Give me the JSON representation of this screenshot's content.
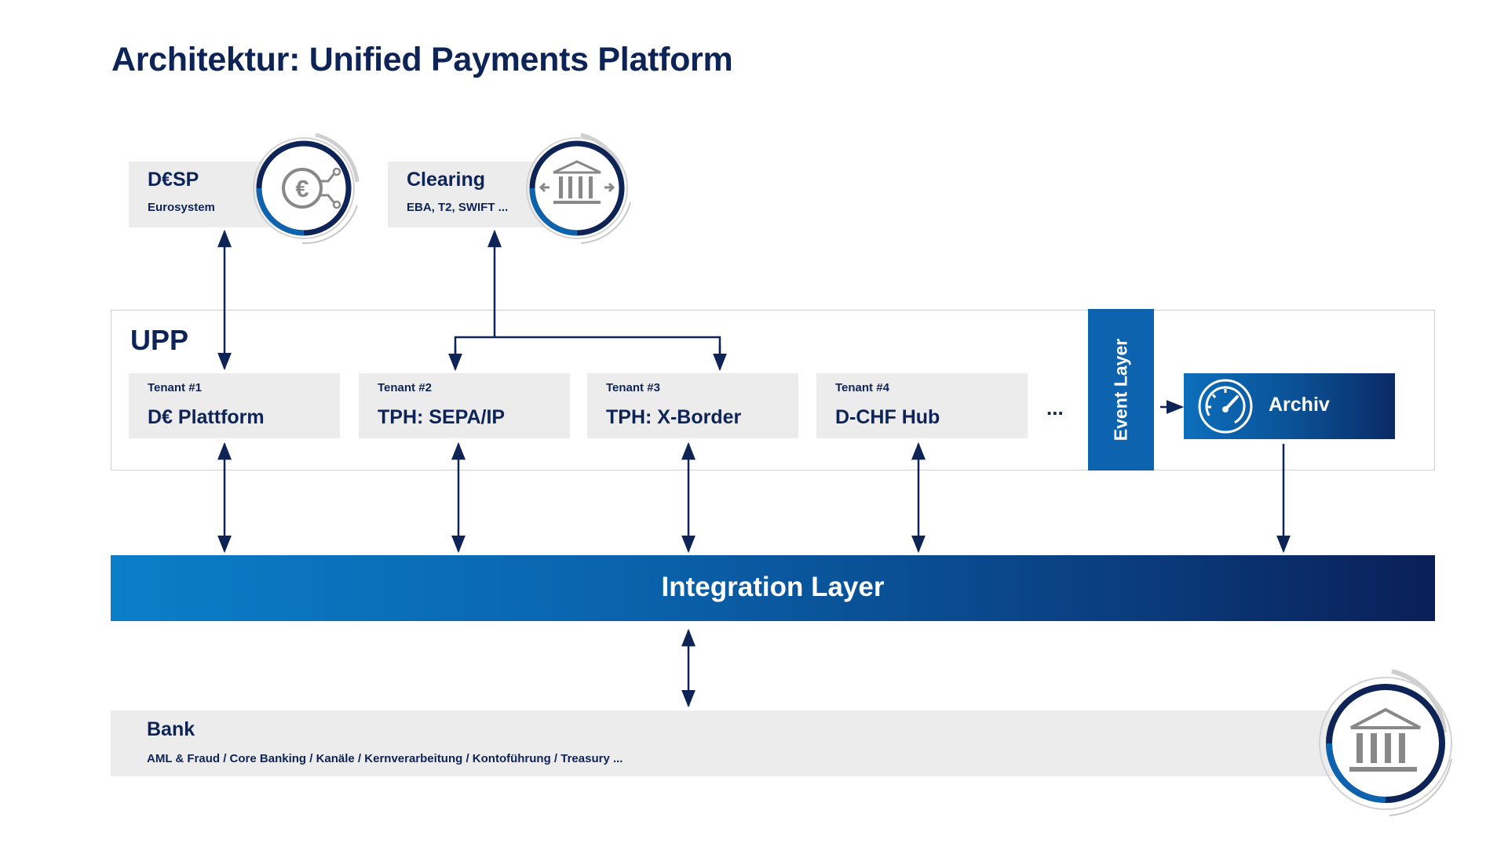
{
  "title": "Architektur: Unified Payments Platform",
  "top_boxes": {
    "desp": {
      "title": "D€SP",
      "subtitle": "Eurosystem",
      "icon": "euro-network-icon"
    },
    "clearing": {
      "title": "Clearing",
      "subtitle": "EBA, T2, SWIFT ...",
      "icon": "bank-exchange-icon"
    }
  },
  "upp": {
    "label": "UPP",
    "tenants": [
      {
        "number": "Tenant #1",
        "name": "D€ Plattform"
      },
      {
        "number": "Tenant #2",
        "name": "TPH: SEPA/IP"
      },
      {
        "number": "Tenant #3",
        "name": "TPH: X-Border"
      },
      {
        "number": "Tenant #4",
        "name": "D-CHF Hub"
      }
    ],
    "more": "...",
    "event_layer": "Event Layer",
    "archiv": {
      "label": "Archiv",
      "icon": "gauge-icon"
    }
  },
  "integration_layer": "Integration Layer",
  "bank": {
    "title": "Bank",
    "subtitle": "AML & Fraud / Core Banking / Kanäle / Kernverarbeitung / Kontoführung / Treasury ...",
    "icon": "bank-icon"
  },
  "colors": {
    "navy": "#0f2456",
    "blue": "#0d63ad",
    "grey_box": "#ececec",
    "ring_grey": "#c8c8c8"
  }
}
